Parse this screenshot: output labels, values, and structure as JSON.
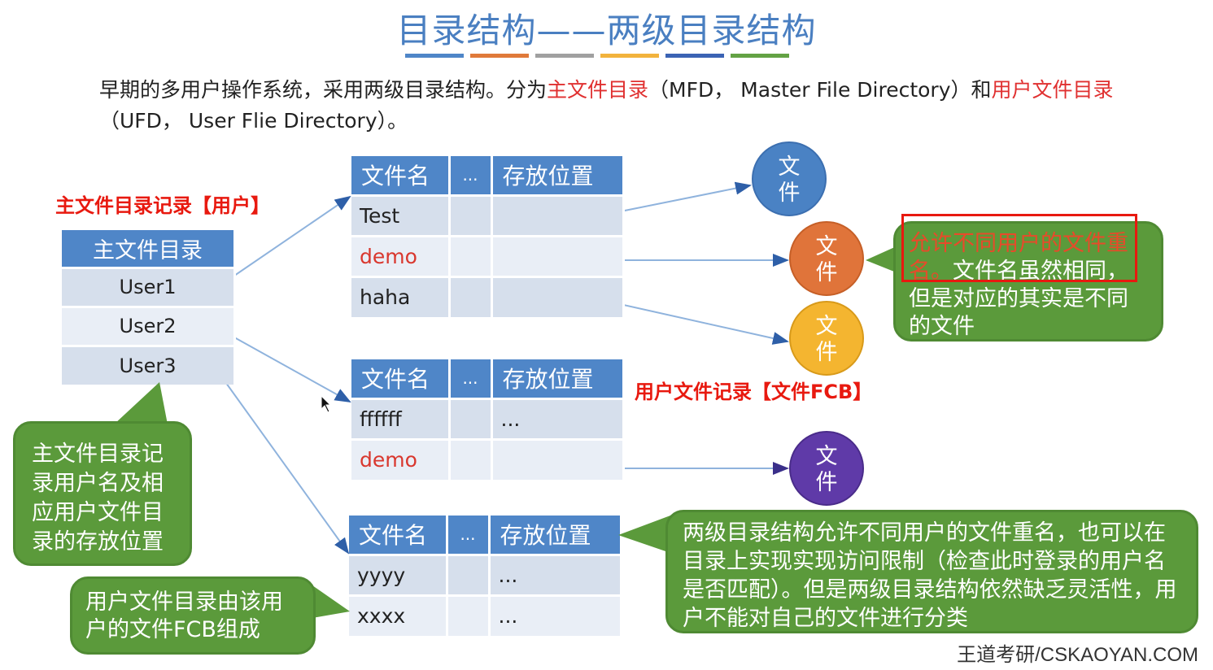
{
  "title": "目录结构——两级目录结构",
  "title_bar_colors": [
    "#4f86c8",
    "#e07a3a",
    "#a0a0a0",
    "#f2b33d",
    "#3b63b4",
    "#63a244"
  ],
  "intro": {
    "p1": "早期的多用户操作系统，采用两级目录结构。分为",
    "p2": "主文件目录",
    "p3": "（MFD， Master File Directory）和",
    "p4": "用户文件目录",
    "p5": "（UFD， User Flie Directory）。"
  },
  "labels": {
    "mfd_record": "主文件目录记录【用户】",
    "ufd_record": "用户文件记录【文件FCB】"
  },
  "mfd_table": {
    "header": "主文件目录",
    "rows": [
      "User1",
      "User2",
      "User3"
    ]
  },
  "ufd_tables": [
    {
      "headers": [
        "文件名",
        "...",
        "存放位置"
      ],
      "rows": [
        [
          "Test",
          "",
          ""
        ],
        [
          "demo",
          "",
          ""
        ],
        [
          "haha",
          "",
          ""
        ]
      ]
    },
    {
      "headers": [
        "文件名",
        "...",
        "存放位置"
      ],
      "rows": [
        [
          "ffffff",
          "",
          "..."
        ],
        [
          "demo",
          "",
          ""
        ]
      ]
    },
    {
      "headers": [
        "文件名",
        "...",
        "存放位置"
      ],
      "rows": [
        [
          "yyyy",
          "",
          "..."
        ],
        [
          "xxxx",
          "",
          "..."
        ]
      ]
    }
  ],
  "file_circles": [
    {
      "text": "文件",
      "color": "#4a82c4"
    },
    {
      "text": "文件",
      "color": "#e0743a"
    },
    {
      "text": "文件",
      "color": "#f4b530"
    },
    {
      "text": "文件",
      "color": "#5f3aa8"
    }
  ],
  "bubbles": {
    "mfd_note": "主文件目录记录用户名及相应用户文件目录的存放位置",
    "ufd_note": "用户文件目录由该用户的文件FCB组成",
    "rename_note_red": "允许不同用户的文件重名。",
    "rename_note_rest": "文件名虽然相同，但是对应的其实是不同的文件",
    "summary_note": "两级目录结构允许不同用户的文件重名，也可以在目录上实现实现访问限制（检查此时登录的用户名是否匹配）。但是两级目录结构依然缺乏灵活性，用户不能对自己的文件进行分类"
  },
  "watermark": "王道考研/CSKAOYAN.COM",
  "colors": {
    "bubble_green": "#5b9a3b",
    "header_blue": "#4f86c8",
    "highlight_red": "#e03030"
  }
}
